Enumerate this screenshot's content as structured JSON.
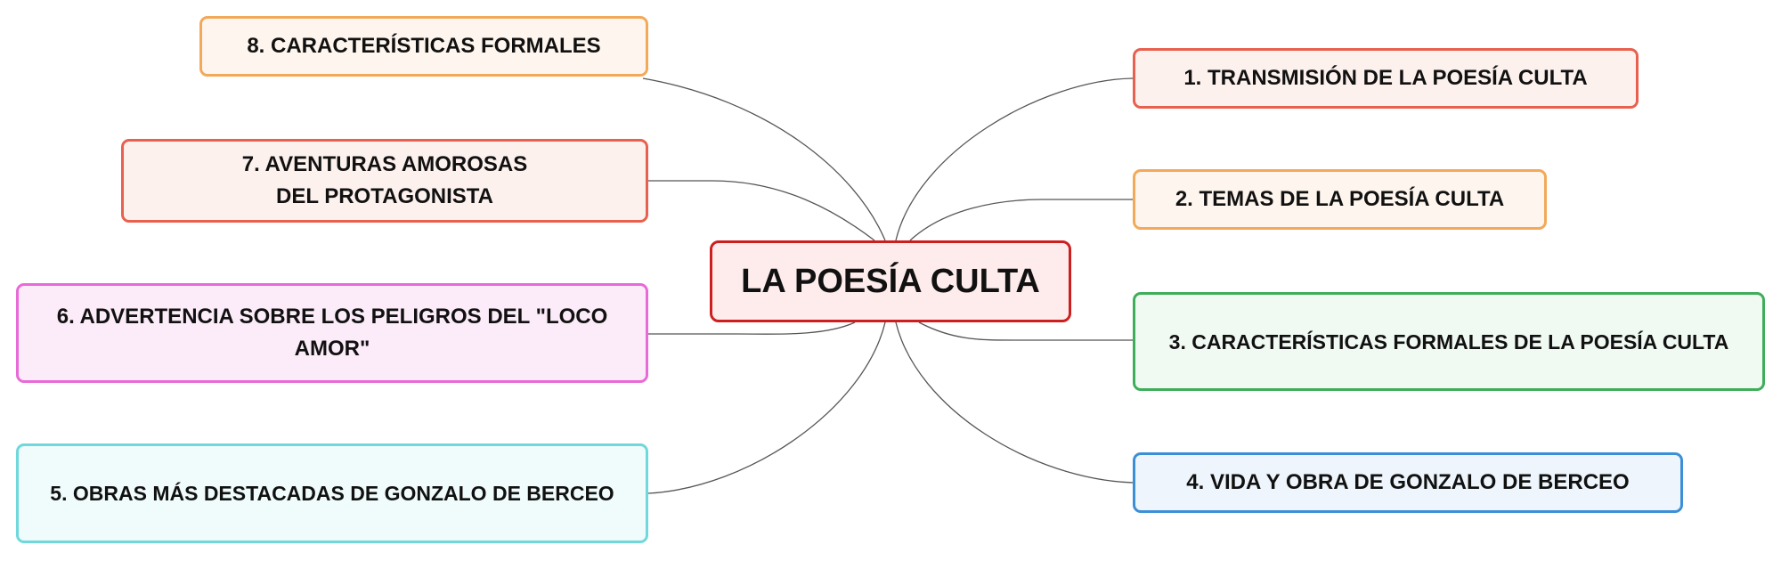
{
  "central": {
    "label": "LA POESÍA CULTA",
    "border": "#cc1f1f",
    "fill": "#fdeceb"
  },
  "branches": [
    {
      "label": "1. TRANSMISIÓN DE LA POESÍA CULTA",
      "border": "#e8604f",
      "fill": "#fdf1ee"
    },
    {
      "label": "2. TEMAS DE LA POESÍA CULTA",
      "border": "#f2a95a",
      "fill": "#fef6ee"
    },
    {
      "label": "3. CARACTERÍSTICAS FORMALES DE LA POESÍA CULTA",
      "border": "#3fae5a",
      "fill": "#f1f9f3"
    },
    {
      "label": "4. VIDA Y OBRA DE GONZALO DE BERCEO",
      "border": "#3b8fd6",
      "fill": "#eef5fc"
    },
    {
      "label": "5. OBRAS MÁS DESTACADAS DE GONZALO DE BERCEO",
      "border": "#6fd8dc",
      "fill": "#f0fbfb"
    },
    {
      "label": "6. ADVERTENCIA SOBRE LOS PELIGROS DEL \"LOCO AMOR\"",
      "border": "#e86ad6",
      "fill": "#fcecf9"
    },
    {
      "label": "7. AVENTURAS AMOROSAS DEL PROTAGONISTA",
      "border": "#e8604f",
      "fill": "#fdf1ee"
    },
    {
      "label": "8. CARACTERÍSTICAS FORMALES",
      "border": "#f2a95a",
      "fill": "#fef6ee"
    }
  ]
}
